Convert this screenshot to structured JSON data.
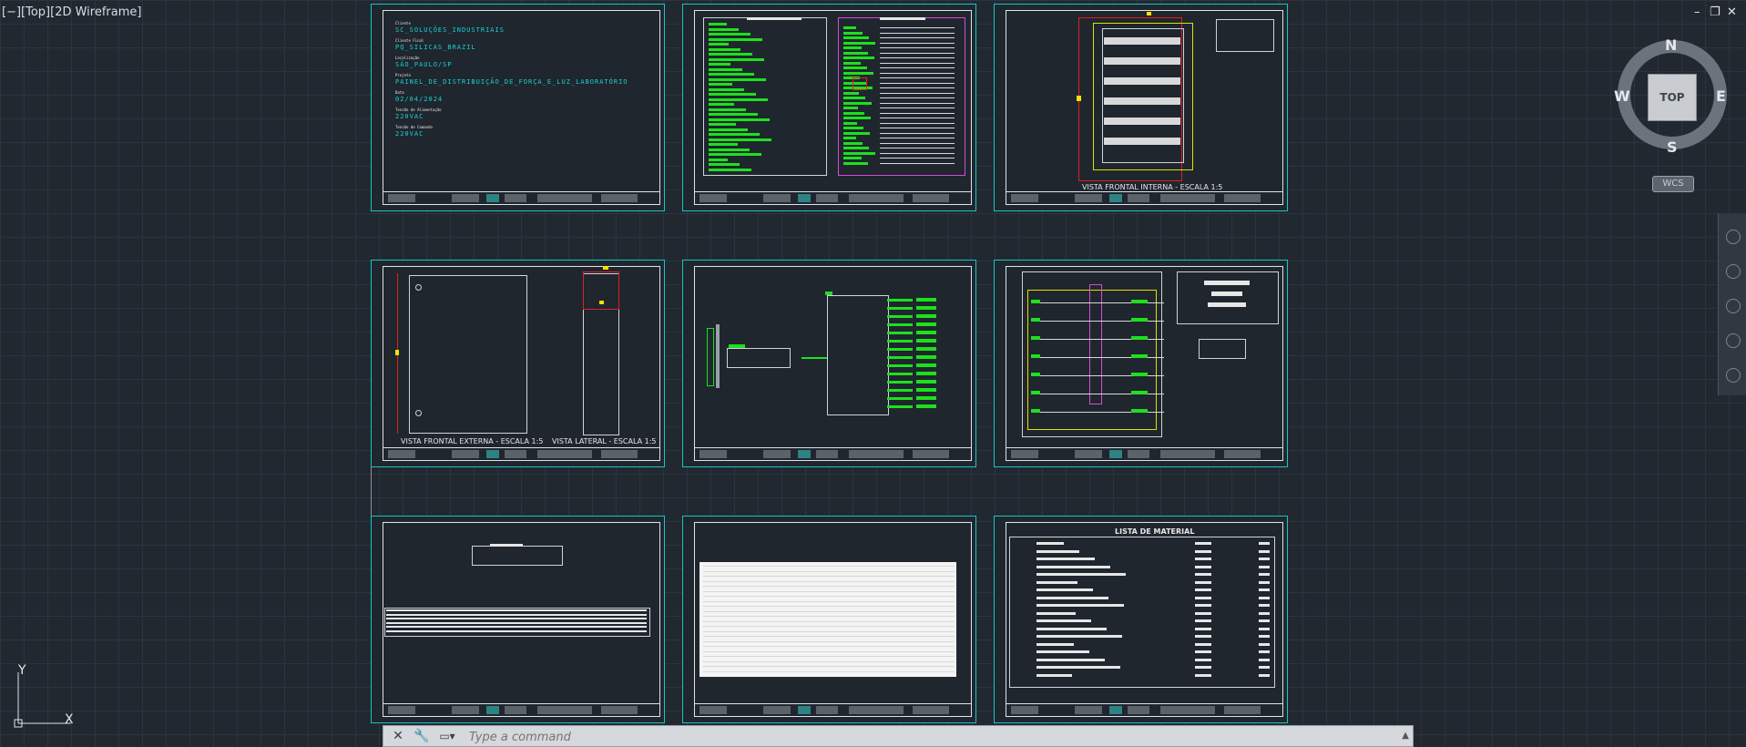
{
  "viewport": {
    "label": "[−][Top][2D Wireframe]",
    "window_controls": [
      "–",
      "❐",
      "✕"
    ]
  },
  "viewcube": {
    "face": "TOP",
    "north": "N",
    "south": "S",
    "east": "E",
    "west": "W",
    "wcs": "WCS"
  },
  "ucs": {
    "x": "X",
    "y": "Y"
  },
  "command_line": {
    "placeholder": "Type a command",
    "close_icon": "close-icon",
    "settings_icon": "wrench-icon"
  },
  "sheet1": {
    "fields": [
      {
        "label": "Cliente",
        "value": "SC_SOLUÇÕES_INDUSTRIAIS"
      },
      {
        "label": "Cliente Final",
        "value": "PQ_SILICAS_BRAZIL"
      },
      {
        "label": "Localização",
        "value": "SÃO_PAULO/SP"
      },
      {
        "label": "Projeto",
        "value": "PAINEL_DE_DISTRIBUIÇÃO_DE_FORÇA_E_LUZ_LABORATÓRIO"
      },
      {
        "label": "Data",
        "value": "02/04/2024"
      },
      {
        "label": "Tensão de Alimentação",
        "value": "220VAC"
      },
      {
        "label": "Tensão de Comando",
        "value": "220VAC"
      }
    ]
  },
  "captions": {
    "front_internal": "VISTA FRONTAL INTERNA - ESCALA 1:5",
    "front_external": "VISTA FRONTAL EXTERNA - ESCALA 1:5",
    "side": "VISTA LATERAL - ESCALA 1:5",
    "material_list": "LISTA DE MATERIAL"
  },
  "colors": {
    "sheet_border": "#18c4c4",
    "wire_green": "#1ee01e",
    "background": "#212830"
  }
}
